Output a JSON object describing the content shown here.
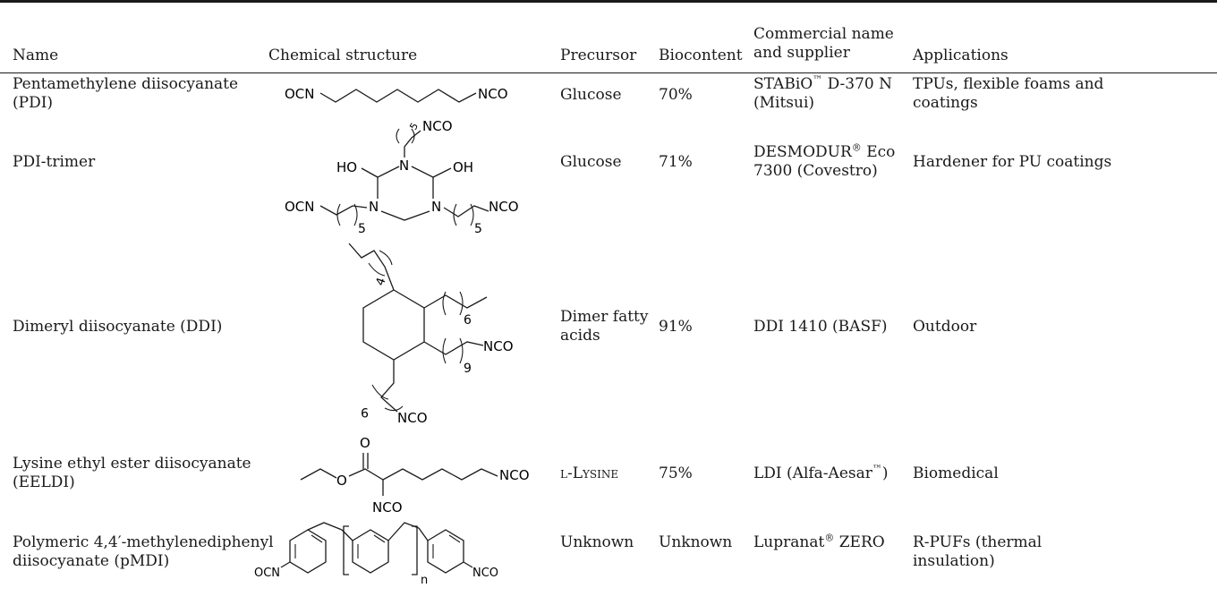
{
  "table": {
    "top_fragment": "",
    "headers": {
      "name": "Name",
      "structure": "Chemical structure",
      "precursor": "Precursor",
      "biocontent": "Biocontent",
      "commercial_line1": "Commercial name",
      "commercial_line2": "and supplier",
      "applications": "Applications"
    },
    "rows": [
      {
        "name_l1": "Pentamethylene diisocyanate",
        "name_l2": "(PDI)",
        "precursor": "Glucose",
        "biocontent": "70%",
        "commercial_l1": "STABiO",
        "commercial_tm": "™",
        "commercial_l1b": " D-370 N",
        "commercial_l2": "(Mitsui)",
        "applications_l1": "TPUs, flexible foams and",
        "applications_l2": "coatings",
        "structure_labels": {
          "left": "OCN",
          "right": "NCO"
        }
      },
      {
        "name_l1": "PDI-trimer",
        "precursor": "Glucose",
        "biocontent": "71%",
        "commercial_l1": "DESMODUR",
        "commercial_reg": "®",
        "commercial_l1b": " Eco",
        "commercial_l2": "7300 (Covestro)",
        "applications_l1": "Hardener for PU coatings",
        "structure_labels": {
          "top": "NCO",
          "n_top": "N",
          "ho": "HO",
          "oh": "OH",
          "ocn": "OCN",
          "n_left": "N",
          "n_right": "N",
          "nco_right": "NCO",
          "sub5": "5"
        }
      },
      {
        "name_l1": "Dimeryl diisocyanate (DDI)",
        "precursor_l1": "Dimer fatty",
        "precursor_l2": "acids",
        "biocontent": "91%",
        "commercial_l1": "DDI 1410 (BASF)",
        "applications_l1": "Outdoor",
        "structure_labels": {
          "sub4": "4",
          "sub6": "6",
          "sub9": "9",
          "sub9b": "9",
          "nco1": "NCO",
          "nco2": "NCO"
        }
      },
      {
        "name_l1": "Lysine ethyl ester diisocyanate",
        "name_l2": "(EELDI)",
        "precursor": "l-Lysine",
        "biocontent": "75%",
        "commercial_l1": "LDI (Alfa-Aesar",
        "commercial_tm": "™",
        "commercial_l1b": ")",
        "applications_l1": "Biomedical",
        "structure_labels": {
          "o_top": "O",
          "o_ester": "O",
          "nco_right": "NCO",
          "nco_bottom": "NCO"
        }
      },
      {
        "name_l1": "Polymeric 4,4′-methylenediphenyl",
        "name_l2": "diisocyanate (pMDI)",
        "precursor": "Unknown",
        "biocontent": "Unknown",
        "commercial_l1": "Lupranat",
        "commercial_reg": "®",
        "commercial_l1b": " ZERO",
        "applications_l1": "R-PUFs (thermal",
        "applications_l2": "insulation)",
        "structure_labels": {
          "ocn": "OCN",
          "nco": "NCO",
          "n": "n"
        }
      }
    ]
  }
}
